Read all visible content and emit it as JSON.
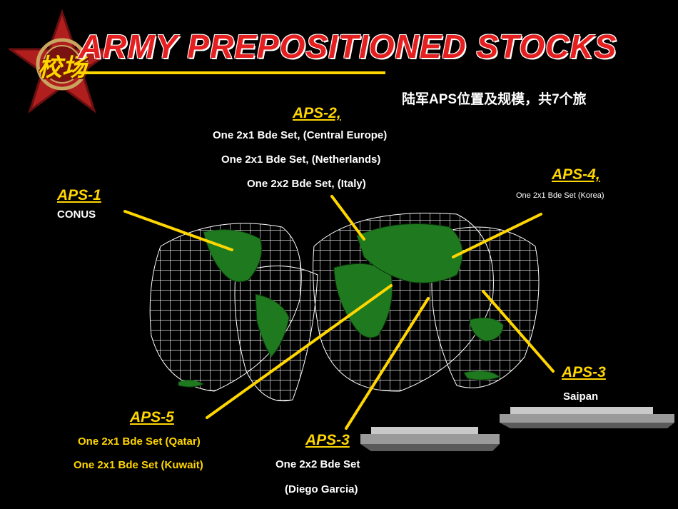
{
  "slide": {
    "title": "ARMY PREPOSITIONED STOCKS",
    "subtitle": "陆军APS位置及规模，共7个旅",
    "emblem_text": "校场"
  },
  "labels": {
    "aps1": {
      "heading": "APS-1",
      "lines": [
        "CONUS"
      ]
    },
    "aps2": {
      "heading": "APS-2,",
      "lines": [
        "One 2x1 Bde Set, (Central Europe)",
        "One 2x1 Bde Set, (Netherlands)",
        "One 2x2 Bde Set, (Italy)"
      ]
    },
    "aps4": {
      "heading": "APS-4,",
      "lines": [
        "One 2x1 Bde Set (Korea)"
      ]
    },
    "aps5": {
      "heading": "APS-5",
      "lines": [
        "One 2x1 Bde Set (Qatar)",
        "One 2x1 Bde Set (Kuwait)"
      ]
    },
    "aps3a": {
      "heading": "APS-3",
      "lines": [
        "One 2x2 Bde Set",
        "(Diego Garcia)"
      ]
    },
    "aps3b": {
      "heading": "APS-3",
      "lines": [
        "Saipan"
      ]
    }
  },
  "colors": {
    "background": "#000000",
    "title": "#e51f1f",
    "accent": "#ffd600",
    "land": "#1f7a1f",
    "grid": "#ffffff"
  },
  "icons": [
    "star-emblem-icon",
    "world-map-icon",
    "ship-icon"
  ]
}
